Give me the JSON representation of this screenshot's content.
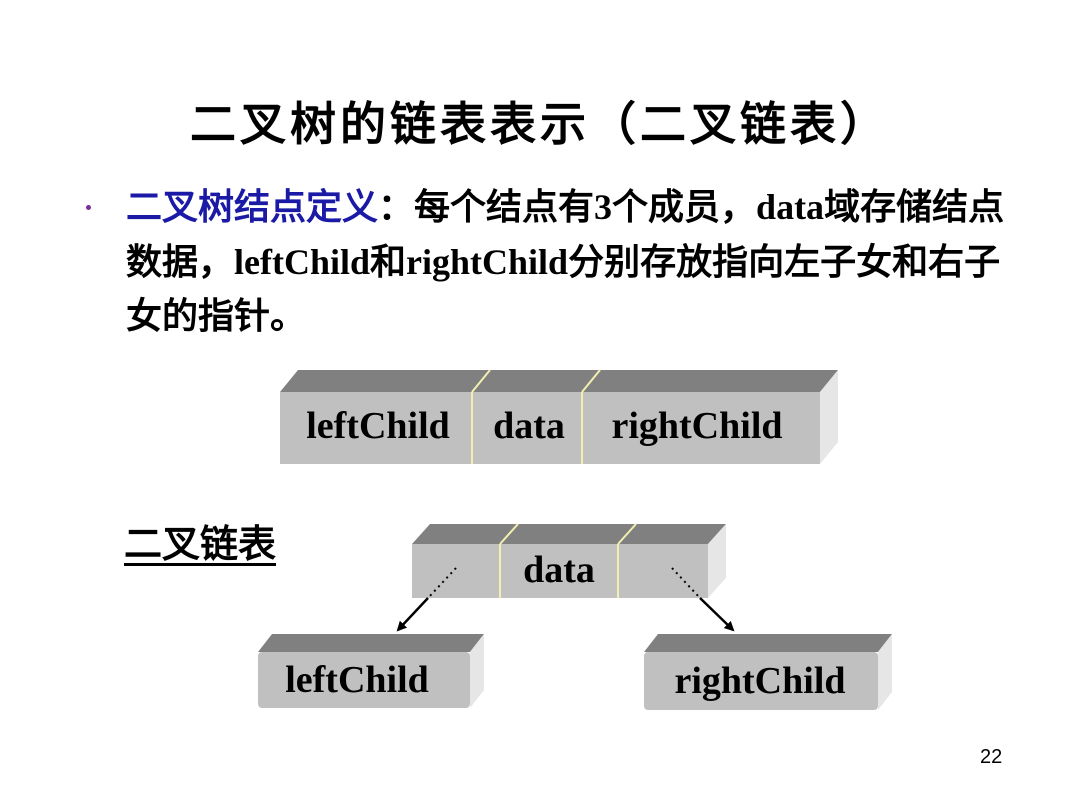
{
  "slide": {
    "title": "二叉树的链表表示（二叉链表）",
    "bullet": {
      "term": "二叉树结点定义",
      "p1": "：每个结点有",
      "n1": "3",
      "p2": "个成员，",
      "n2": "data",
      "p3": "域存储结点数据，",
      "n3": "leftChild",
      "p4": "和",
      "n4": "rightChild",
      "p5": "分别存放指向左子女和右子女的指针。"
    },
    "node_fields": [
      "leftChild",
      "data",
      "rightChild"
    ],
    "subhead": "二叉链表",
    "linked": {
      "root": "data",
      "left": "leftChild",
      "right": "rightChild"
    },
    "page_number": "22"
  },
  "colors": {
    "box_face": "#c0c0c0",
    "box_top": "#808080",
    "box_side": "#e6e6e6",
    "divider": "#f2efb0",
    "term": "#1a1aa6"
  }
}
